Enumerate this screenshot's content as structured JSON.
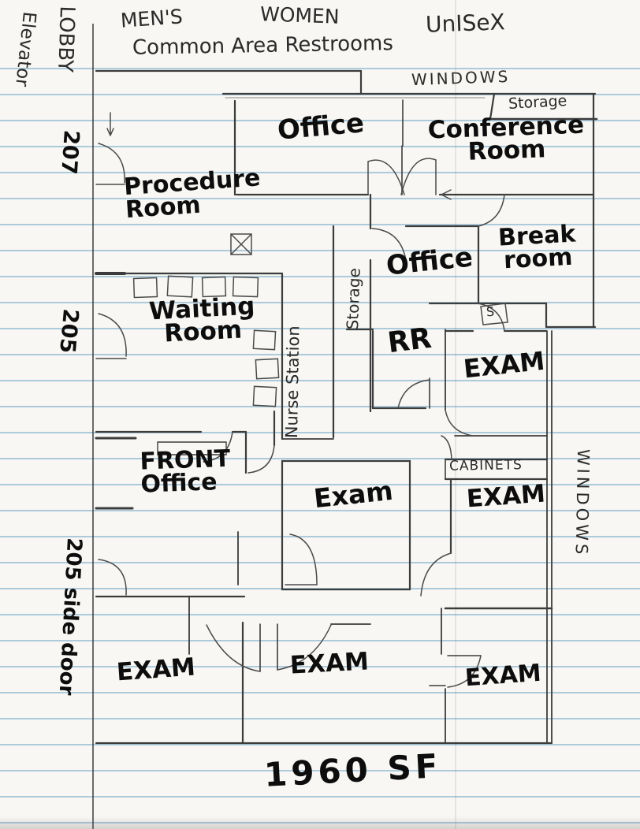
{
  "title": "Hand-drawn office suite floor plan on ruled notebook paper",
  "area_label": "1960 SF",
  "exterior": {
    "lobby": "LOBBY",
    "elevator": "Elevator",
    "mens": "MEN'S",
    "women": "WOMEN",
    "common_area": "Common Area Restrooms",
    "unisex": "UnISeX",
    "windows_top": "WINDOWS",
    "windows_right": "WINDOWS",
    "suite_door_207": "207",
    "suite_door_205": "205",
    "side_door": "205 side door"
  },
  "rooms": {
    "storage_top": "Storage",
    "storage_corridor": "Storage",
    "office_top": "Office",
    "conference": "Conference Room",
    "procedure": "Procedure Room",
    "office_mid": "Office",
    "break_room": "Break room",
    "restroom": "RR",
    "waiting": "Waiting Room",
    "nurse_station": "Nurse Station",
    "front_office": "FRONT Office",
    "exam_upper": "EXAM",
    "exam_center": "Exam",
    "exam_mid_right": "EXAM",
    "exam_bottom_left": "EXAM",
    "exam_bottom_center": "EXAM",
    "exam_bottom_right": "EXAM"
  },
  "fixtures": {
    "cabinets": "CABINETS",
    "sink_closet": "S"
  },
  "colors": {
    "paper": "#f8f7f3",
    "rule_blue": "#6ea5c8",
    "pencil": "#3c3c3c",
    "marker_ink": "#0d0d0d"
  }
}
